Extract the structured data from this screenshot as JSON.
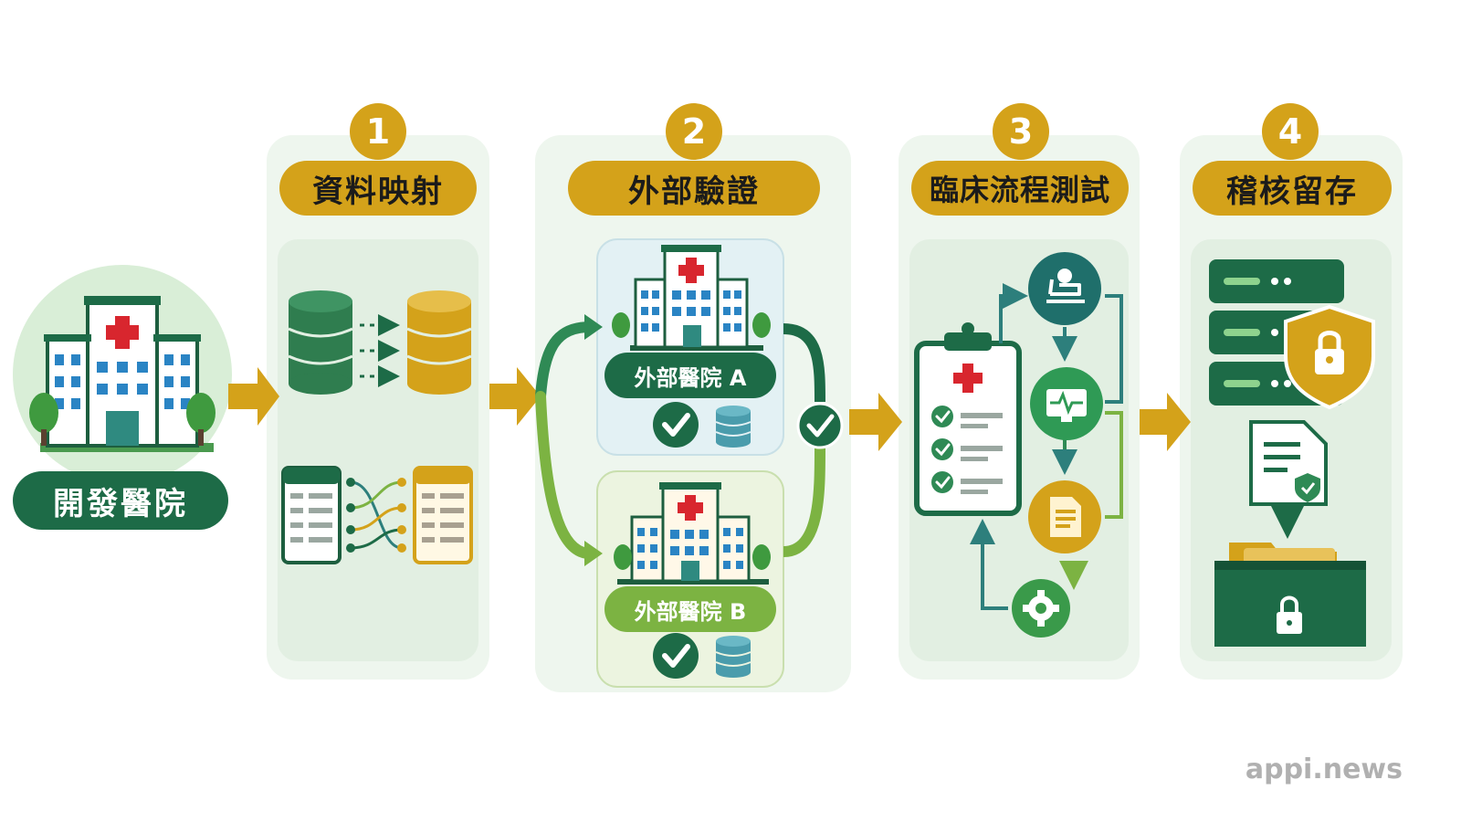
{
  "source": {
    "label": "開發醫院",
    "icon": "hospital-icon"
  },
  "steps": [
    {
      "number": "1",
      "title": "資料映射",
      "icons": [
        "database-icon",
        "database-icon",
        "table-icon",
        "table-icon"
      ]
    },
    {
      "number": "2",
      "title": "外部驗證",
      "hospitals": [
        {
          "label": "外部醫院 A",
          "icons": [
            "hospital-icon",
            "check-icon",
            "database-icon"
          ]
        },
        {
          "label": "外部醫院 B",
          "icons": [
            "hospital-icon",
            "check-icon",
            "database-icon"
          ]
        }
      ],
      "merge_icon": "check-icon"
    },
    {
      "number": "3",
      "title": "臨床流程測試",
      "icons": [
        "clipboard-icon",
        "patient-bed-icon",
        "monitor-icon",
        "document-icon",
        "gear-icon"
      ]
    },
    {
      "number": "4",
      "title": "稽核留存",
      "icons": [
        "server-icon",
        "shield-lock-icon",
        "secure-document-icon",
        "archive-lock-icon"
      ]
    }
  ],
  "colors": {
    "dark_green": "#1d6b47",
    "mid_green": "#2f8a55",
    "lime_green": "#7cb342",
    "gold": "#d4a21a",
    "teal": "#2d7f7c",
    "panel_bg": "#eef6ee"
  },
  "watermark": "appi.news"
}
